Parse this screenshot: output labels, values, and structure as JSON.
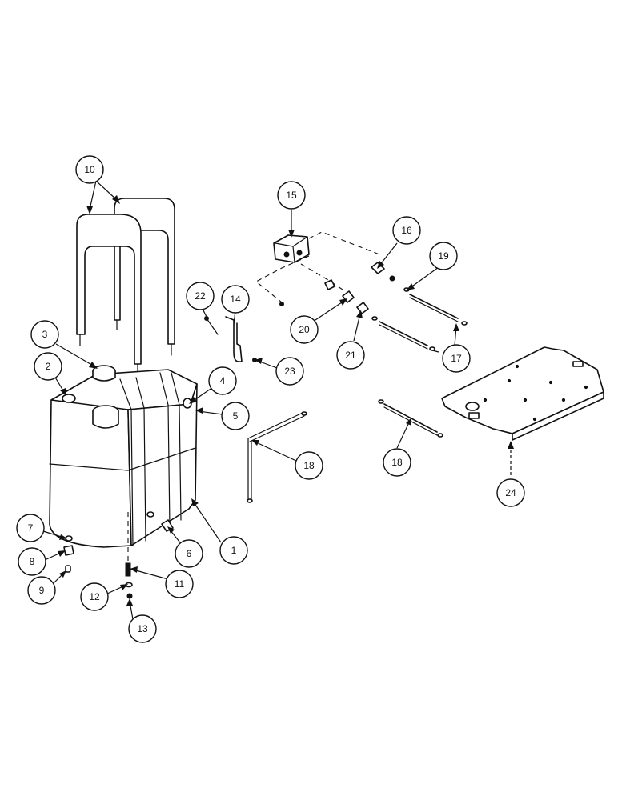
{
  "callouts": [
    {
      "id": "c1",
      "label": "1"
    },
    {
      "id": "c2",
      "label": "2"
    },
    {
      "id": "c3",
      "label": "3"
    },
    {
      "id": "c4",
      "label": "4"
    },
    {
      "id": "c5",
      "label": "5"
    },
    {
      "id": "c6",
      "label": "6"
    },
    {
      "id": "c7",
      "label": "7"
    },
    {
      "id": "c8",
      "label": "8"
    },
    {
      "id": "c9",
      "label": "9"
    },
    {
      "id": "c10",
      "label": "10"
    },
    {
      "id": "c11",
      "label": "11"
    },
    {
      "id": "c12",
      "label": "12"
    },
    {
      "id": "c13",
      "label": "13"
    },
    {
      "id": "c14",
      "label": "14"
    },
    {
      "id": "c15",
      "label": "15"
    },
    {
      "id": "c16",
      "label": "16"
    },
    {
      "id": "c17",
      "label": "17"
    },
    {
      "id": "c18a",
      "label": "18"
    },
    {
      "id": "c18b",
      "label": "18"
    },
    {
      "id": "c19",
      "label": "19"
    },
    {
      "id": "c20",
      "label": "20"
    },
    {
      "id": "c21",
      "label": "21"
    },
    {
      "id": "c22",
      "label": "22"
    },
    {
      "id": "c23",
      "label": "23"
    },
    {
      "id": "c24",
      "label": "24"
    }
  ]
}
